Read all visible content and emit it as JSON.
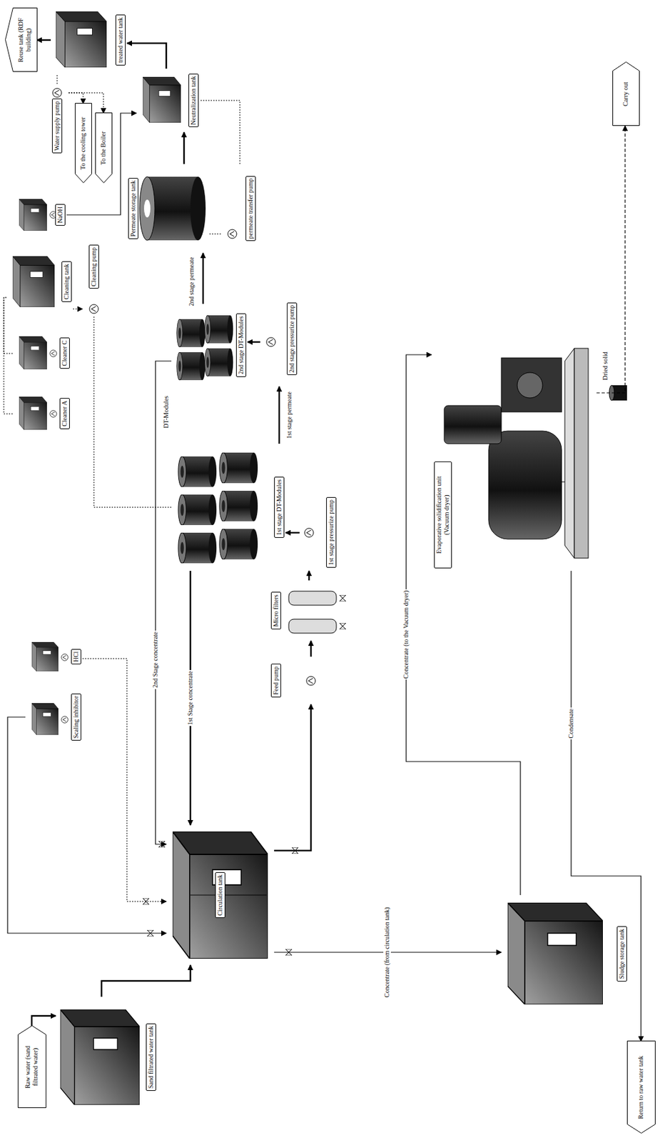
{
  "diagram": {
    "nodes": [
      {
        "text": [
          "Raw water (sand filtrated water)"
        ]
      },
      {
        "text": [
          "Sand filtrated water tank"
        ]
      },
      {
        "text": [
          "Circulation tank"
        ]
      },
      {
        "text": [
          "Scaling inhibitor"
        ]
      },
      {
        "text": [
          "HCl"
        ]
      },
      {
        "text": [
          "Feed pump"
        ]
      },
      {
        "text": [
          "Micro filters"
        ]
      },
      {
        "text": [
          "1st stage pressurize pump"
        ]
      },
      {
        "text": [
          "1st stage DT-Modules"
        ]
      },
      {
        "text": [
          "2nd stage pressurize pump"
        ]
      },
      {
        "text": [
          "2nd stage DT-Modules"
        ]
      },
      {
        "text": [
          "Cleaner A"
        ]
      },
      {
        "text": [
          "Cleaner C"
        ]
      },
      {
        "text": [
          "Cleaning pump"
        ]
      },
      {
        "text": [
          "Cleaning tank"
        ]
      },
      {
        "text": [
          "Permeate storage tank"
        ]
      },
      {
        "text": [
          "permeate transfer pump"
        ]
      },
      {
        "text": [
          "NaOH"
        ]
      },
      {
        "text": [
          "Neutralization tank"
        ]
      },
      {
        "text": [
          "Water supply pump"
        ]
      },
      {
        "text": [
          "To the cooling tower"
        ]
      },
      {
        "text": [
          "To the Boiler"
        ]
      },
      {
        "text": [
          "treated water tank"
        ]
      },
      {
        "text": [
          "Reuse tank (RDF building)"
        ]
      },
      {
        "text": [
          "Sludge storage tank"
        ]
      },
      {
        "text": [
          "Evaporative solidification unit (Vacuum dryer)"
        ]
      },
      {
        "text": [
          "Return to raw water tank"
        ]
      },
      {
        "text": [
          "Carry out"
        ]
      }
    ],
    "edges": [
      {
        "from": 0,
        "to": 1,
        "arrow": "to"
      },
      {
        "from": 1,
        "to": 2,
        "arrow": "to"
      },
      {
        "from": 3,
        "to": 2,
        "arrow": "to"
      },
      {
        "from": 4,
        "to": 2,
        "arrow": "to"
      },
      {
        "from": 2,
        "to": 5,
        "arrow": "to"
      },
      {
        "from": 5,
        "to": 6,
        "arrow": "to"
      },
      {
        "from": 6,
        "to": 7,
        "arrow": "to"
      },
      {
        "from": 7,
        "to": 8,
        "arrow": "to"
      },
      {
        "from": 8,
        "to": 2,
        "label": "1st Stage concentrate",
        "arrow": "to"
      },
      {
        "from": 8,
        "to": 9,
        "label": "1st stage permeate",
        "arrow": "to"
      },
      {
        "from": 9,
        "to": 10,
        "arrow": "to"
      },
      {
        "from": 10,
        "to": 2,
        "label": "2nd Stage concentrate",
        "arrow": "to"
      },
      {
        "from": 10,
        "to": 15,
        "label": "2nd stage permeate",
        "arrow": "to"
      },
      {
        "from": 11,
        "to": 14,
        "arrow": "none"
      },
      {
        "from": 12,
        "to": 14,
        "arrow": "none"
      },
      {
        "from": 14,
        "to": 13,
        "arrow": "to"
      },
      {
        "from": 13,
        "to": 8,
        "arrow": "none"
      },
      {
        "from": 15,
        "to": 18,
        "arrow": "to"
      },
      {
        "from": 15,
        "to": 16,
        "arrow": "none"
      },
      {
        "from": 16,
        "to": 18,
        "arrow": "none"
      },
      {
        "from": 17,
        "to": 18,
        "arrow": "to"
      },
      {
        "from": 18,
        "to": 22,
        "arrow": "to"
      },
      {
        "from": 22,
        "to": 23,
        "arrow": "to"
      },
      {
        "from": 22,
        "to": 19,
        "arrow": "none"
      },
      {
        "from": 19,
        "to": 20,
        "arrow": "to"
      },
      {
        "from": 19,
        "to": 21,
        "arrow": "to"
      },
      {
        "from": 2,
        "to": 24,
        "label": "Concentrate (from circulation tank)",
        "arrow": "to"
      },
      {
        "from": 24,
        "to": 25,
        "label": "Concentrate (to the Vacuum dryer)",
        "arrow": "to"
      },
      {
        "from": 25,
        "to": 26,
        "label": "Condensate",
        "arrow": "to"
      },
      {
        "from": 25,
        "to": 27,
        "arrow": "to"
      }
    ],
    "labels": [
      "DT-Modules",
      "Dried solid"
    ]
  }
}
